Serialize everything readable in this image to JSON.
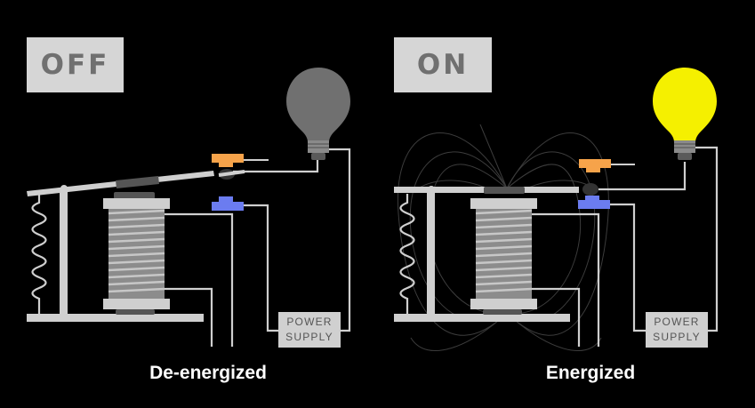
{
  "panels": {
    "off": {
      "state_label": "OFF",
      "caption": "De-energized",
      "psu_line1": "POWER",
      "psu_line2": "SUPPLY",
      "bulb_color": "#707070"
    },
    "on": {
      "state_label": "ON",
      "caption": "Energized",
      "psu_line1": "POWER",
      "psu_line2": "SUPPLY",
      "bulb_color": "#f5f000"
    }
  },
  "colors": {
    "background": "#000000",
    "frame": "#cfcfcf",
    "contact_top": "#f6a34a",
    "contact_bottom": "#6b7cf0",
    "field_lines": "#3a3a3a"
  }
}
